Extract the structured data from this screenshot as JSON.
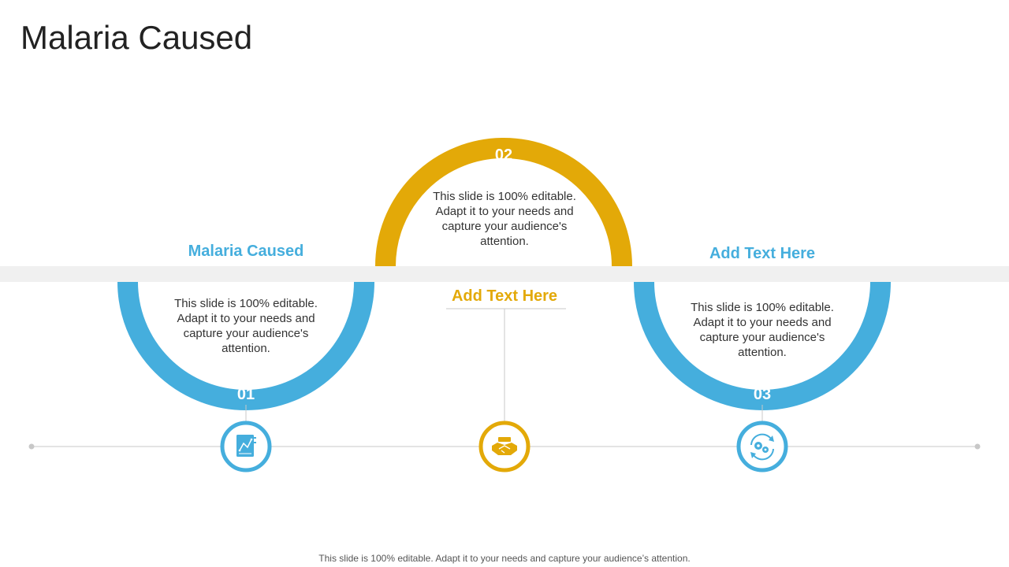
{
  "title": "Malaria Caused",
  "colors": {
    "blue": "#45aedd",
    "gold": "#e3a908",
    "band": "#f0f0f0",
    "line": "#c8c8c8",
    "text": "#333333"
  },
  "steps": [
    {
      "number": "01",
      "heading": "Malaria  Caused",
      "text": "This slide is 100% editable. Adapt it to your needs and capture your audience's attention.",
      "color": "blue",
      "icon": "document-chart-icon"
    },
    {
      "number": "02",
      "heading": "Add Text Here",
      "text": "This slide is 100% editable. Adapt it to your needs and capture your audience's attention.",
      "color": "gold",
      "icon": "handshake-icon"
    },
    {
      "number": "03",
      "heading": "Add Text Here",
      "text": "This slide is 100% editable. Adapt it to your needs and capture your audience's attention.",
      "color": "blue",
      "icon": "gears-cycle-icon"
    }
  ],
  "footer": "This slide is 100% editable. Adapt it to your needs and capture your audience’s attention."
}
